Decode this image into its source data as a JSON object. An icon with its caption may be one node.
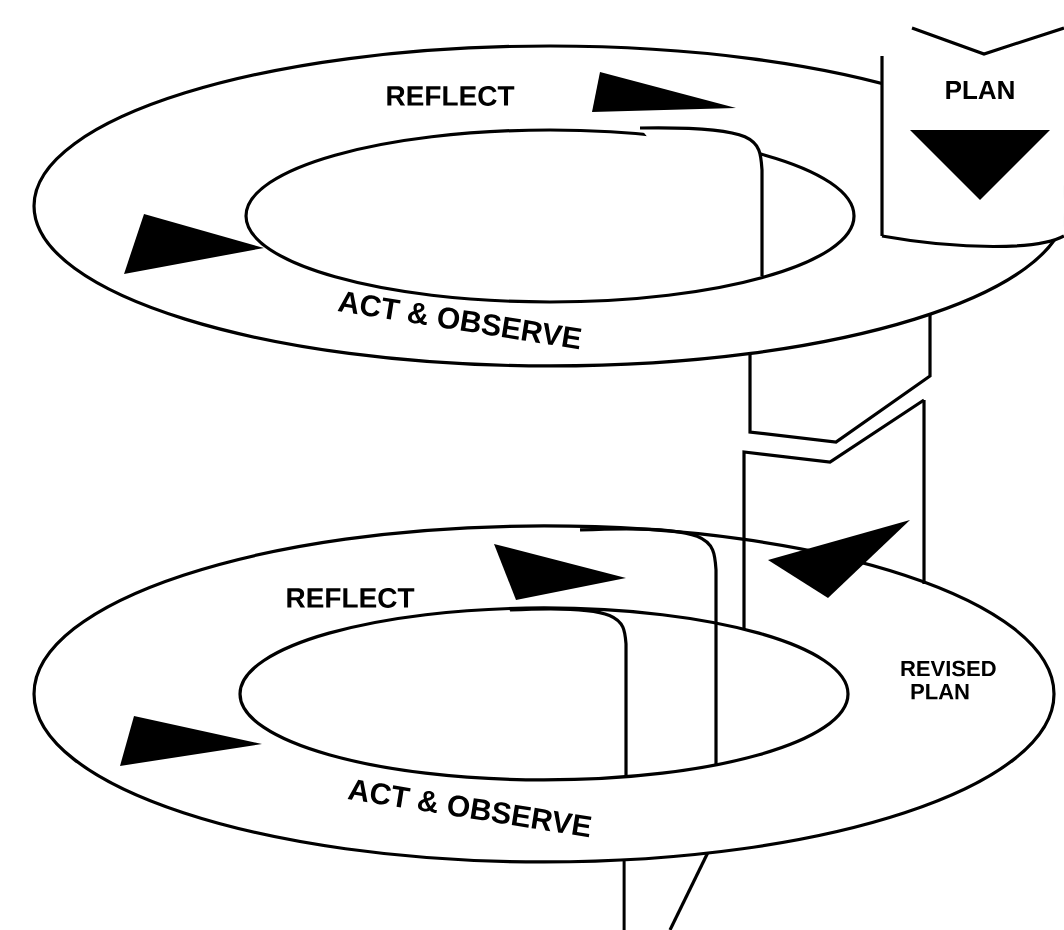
{
  "diagram": {
    "labels": [
      "REFLECT",
      "PLAN",
      "ACT & OBSERVE",
      "REFLECT",
      "REVISED PLAN",
      "ACT & OBSERVE"
    ]
  }
}
